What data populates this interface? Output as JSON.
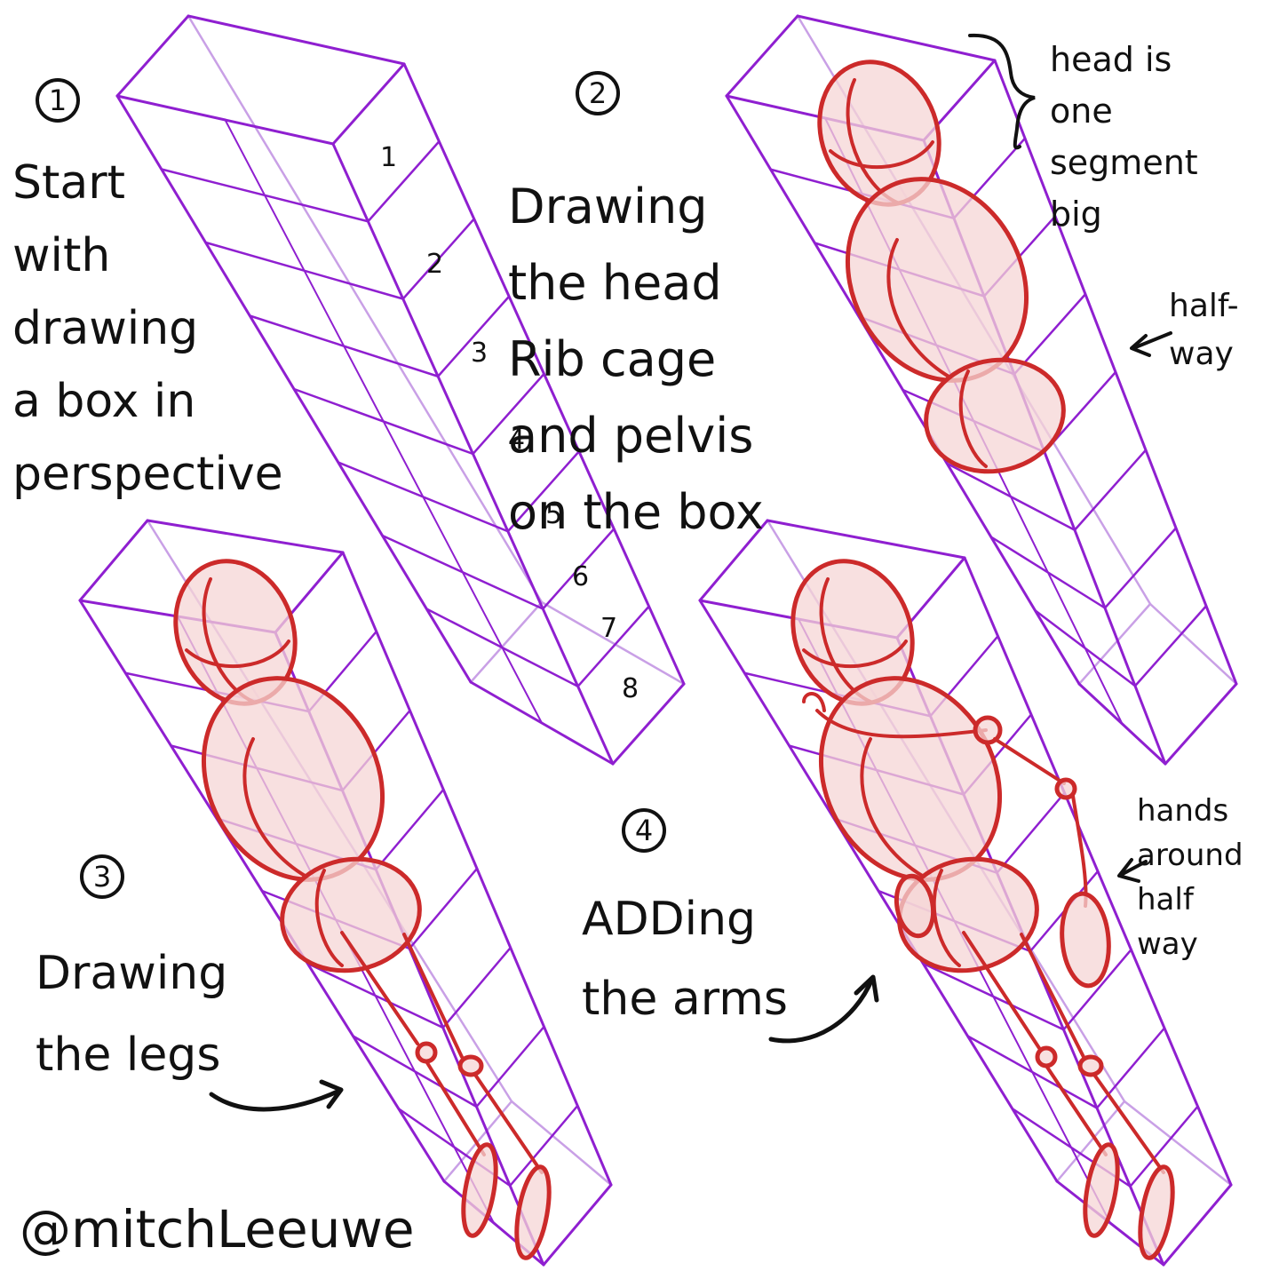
{
  "colors": {
    "box": "#8f1fd0",
    "box_back": "#c9a0e6",
    "figure": "#cc2a2a",
    "figure_fill": "#f6d6d6",
    "ink": "#111111"
  },
  "steps": [
    {
      "number": "1",
      "text": "Start\nwith\ndrawing\na box in\nperspective"
    },
    {
      "number": "2",
      "text": "Drawing\nthe head\nRib cage\nand pelvis\non the box"
    },
    {
      "number": "3",
      "text": "Drawing\nthe legs"
    },
    {
      "number": "4",
      "text": "ADDing\nthe arms"
    }
  ],
  "segments": [
    "1",
    "2",
    "3",
    "4",
    "5",
    "6",
    "7",
    "8"
  ],
  "notes": {
    "head": "head is\none\nsegment\nbig",
    "halfway": "half-\nway",
    "hands": "hands\naround\nhalf\nway"
  },
  "signature": "@mitchLeeuwe"
}
